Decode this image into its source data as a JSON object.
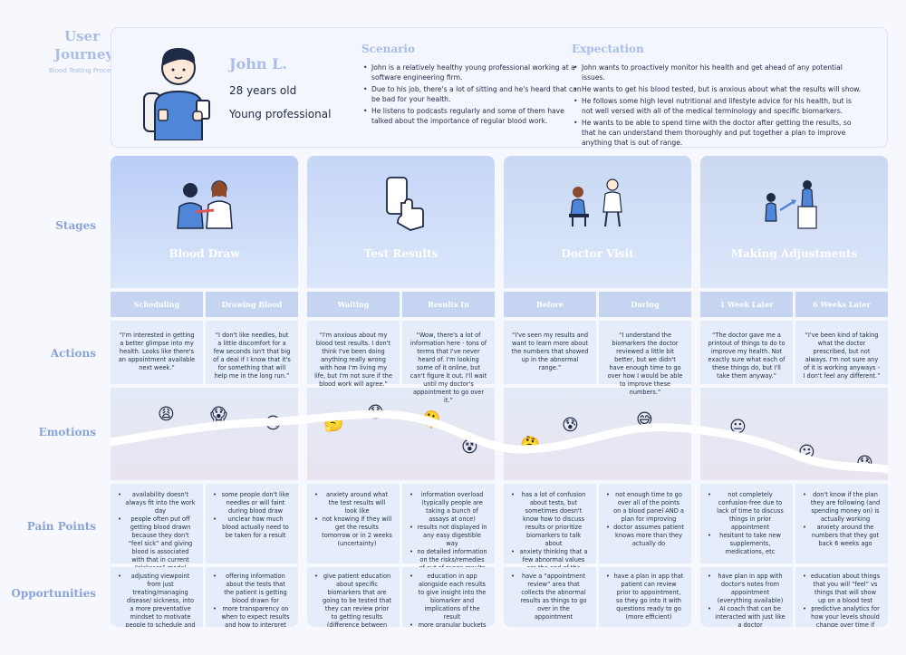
{
  "title": {
    "line1": "User",
    "line2": "Journey",
    "subtitle": "Blood Testing Process"
  },
  "persona": {
    "name": "John L.",
    "age": "28 years old",
    "role": "Young professional",
    "scenario_title": "Scenario",
    "scenario": [
      "John is a relatively healthy young professional working at a software engineering firm.",
      "Due to his job, there's a lot of sitting and he's heard that can be bad for your health.",
      "He listens to podcasts regularly and some of them have talked about the importance of regular blood work."
    ],
    "expectation_title": "Expectation",
    "expectation": [
      "John wants to proactively monitor his health and get ahead of any potential issues.",
      "He wants to get his blood tested, but is anxious about what the results will show.",
      "He follows some high level nutritional and lifestyle advice for his health, but is not well versed with all of the medical terminology and specific biomarkers.",
      "He wants to be able to spend time with the doctor after getting the results, so that he can understand them thoroughly and put together a plan to improve anything that is out of range."
    ]
  },
  "row_labels": {
    "stages": "Stages",
    "actions": "Actions",
    "emotions": "Emotions",
    "pain": "Pain Points",
    "opp": "Opportunities"
  },
  "stages": [
    {
      "title": "Blood Draw",
      "icon": "blood-draw-icon",
      "color": "#b9cdf6",
      "subs": [
        {
          "label": "Scheduling",
          "action": "“I'm interested in getting a better glimpse into my health. Looks like there's an appointment available next week.”",
          "emoji": "😩",
          "pain": [
            "availability doesn't always fit into the work day",
            "people often put off getting blood drawn because they don't “feel sick” and giving blood is associated with that in current “sickcare” model"
          ],
          "opp": [
            "adjusting viewpoint from just treating/managing disease/ sickness, into a more preventative mindset to motivate people to schedule and go to appointments"
          ]
        },
        {
          "label": "Drawing Blood",
          "action": "“I don't like needles, but a little discomfort for a few seconds isn't that big of a deal if I know that it's for something that will help me in the long run.”",
          "emoji": "😱",
          "pain": [
            "some people don't like needles or will faint during blood draw",
            "unclear how much blood actually need to be taken for a result"
          ],
          "opp": [
            "offering information about the tests that the patient is getting blood drawn for",
            "more transparency on when to expect results and how to interpret them"
          ]
        }
      ],
      "extra_emoji": "😥"
    },
    {
      "title": "Test Results",
      "icon": "phone-tap-icon",
      "color": "#c6d6f7",
      "subs": [
        {
          "label": "Waiting",
          "action": "“I'm anxious about my blood test results. I don't think I've been doing anything really wrong with how I'm living my life, but I'm not sure if the blood work will agree.”",
          "emoji": "🤔",
          "pain": [
            "anxiety around what the test results will look like",
            "not knowing if they will get the results tomorrow or in 2 weeks (uncertainty)"
          ],
          "opp": [
            "give patient education about specific biomarkers that are going to be tested that they can review prior to getting results (difference between normal and optimal)"
          ]
        },
        {
          "label": "Results In",
          "action": "“Wow, there's a lot of information here - tons of terms that I've never heard of. I'm looking some of it online, but can't figure it out. I'll wait until my doctor's appointment to go over it.”",
          "emoji": "🫠",
          "pain": [
            "information overload (typically people are taking a bunch of assays at once)",
            "results not displayed in any easy digestible way",
            "no detailed information on the risks/remedies of out of range results"
          ],
          "opp": [
            "education in app alongside each results to give insight into the biomarker and implications of the result",
            "more granular buckets than in/ out of range"
          ]
        }
      ],
      "extra_emoji": "😟",
      "extra_emoji2": "😵"
    },
    {
      "title": "Doctor Visit",
      "icon": "doctor-visit-icon",
      "color": "#c9d9f4",
      "subs": [
        {
          "label": "Before",
          "action": "“I've seen my results and want to learn more about the numbers that showed up in the abnormal range.”",
          "emoji": "🤔",
          "pain": [
            "has a lot of confusion about tests, but sometimes doesn't know how to discuss results or prioritize biomarkers to talk about",
            "anxiety thinking that a few abnormal values are the end of the world"
          ],
          "opp": [
            "have a “appointment review” area that collects the abnormal results as things to go over in the appointment"
          ]
        },
        {
          "label": "During",
          "action": "“I understand the biomarkers the doctor reviewed a little bit better, but we didn't have enough time to go over how I would be able to improve these numbers.”",
          "emoji": "😅",
          "pain": [
            "not enough time to go over all of the points on a blood panel AND a plan for improving",
            "doctor assumes patient knows more than they actually do"
          ],
          "opp": [
            "have a plan in app that patient can review prior to appointment, so they go into it with questions ready to go (more efficient)"
          ]
        }
      ],
      "extra_emoji": "😰"
    },
    {
      "title": "Making Adjustments",
      "icon": "progress-icon",
      "color": "#cbd8f0",
      "subs": [
        {
          "label": "1 Week Later",
          "action": "“The doctor gave me a printout of things to do to improve my health. Not exactly sure what each of these things do, but I'll take them anyway.”",
          "emoji": "😐",
          "pain": [
            "not completely confusion-free due to lack of time to discuss things in prior appointment",
            "hesitant to take new supplements, medications, etc"
          ],
          "opp": [
            "have plan in app with doctor's notes from appointment (everything available)",
            "AI coach that can be interacted with just like a doctor"
          ]
        },
        {
          "label": "6 Weeks Later",
          "action": "“I've been kind of taking what the doctor prescribed, but not always. I'm not sure any of it is working anyways - I don't feel any different.”",
          "emoji": "😕",
          "pain": [
            "don't know if the plan they are following (and spending money on) is actually working",
            "anxiety around the numbers that they got back 6 weeks ago"
          ],
          "opp": [
            "education about things that you will “feel” vs things that will show up on a blood test",
            "predictive analytics for how your levels should change over time if you follow plan"
          ]
        }
      ],
      "extra_emoji": "😓"
    }
  ]
}
